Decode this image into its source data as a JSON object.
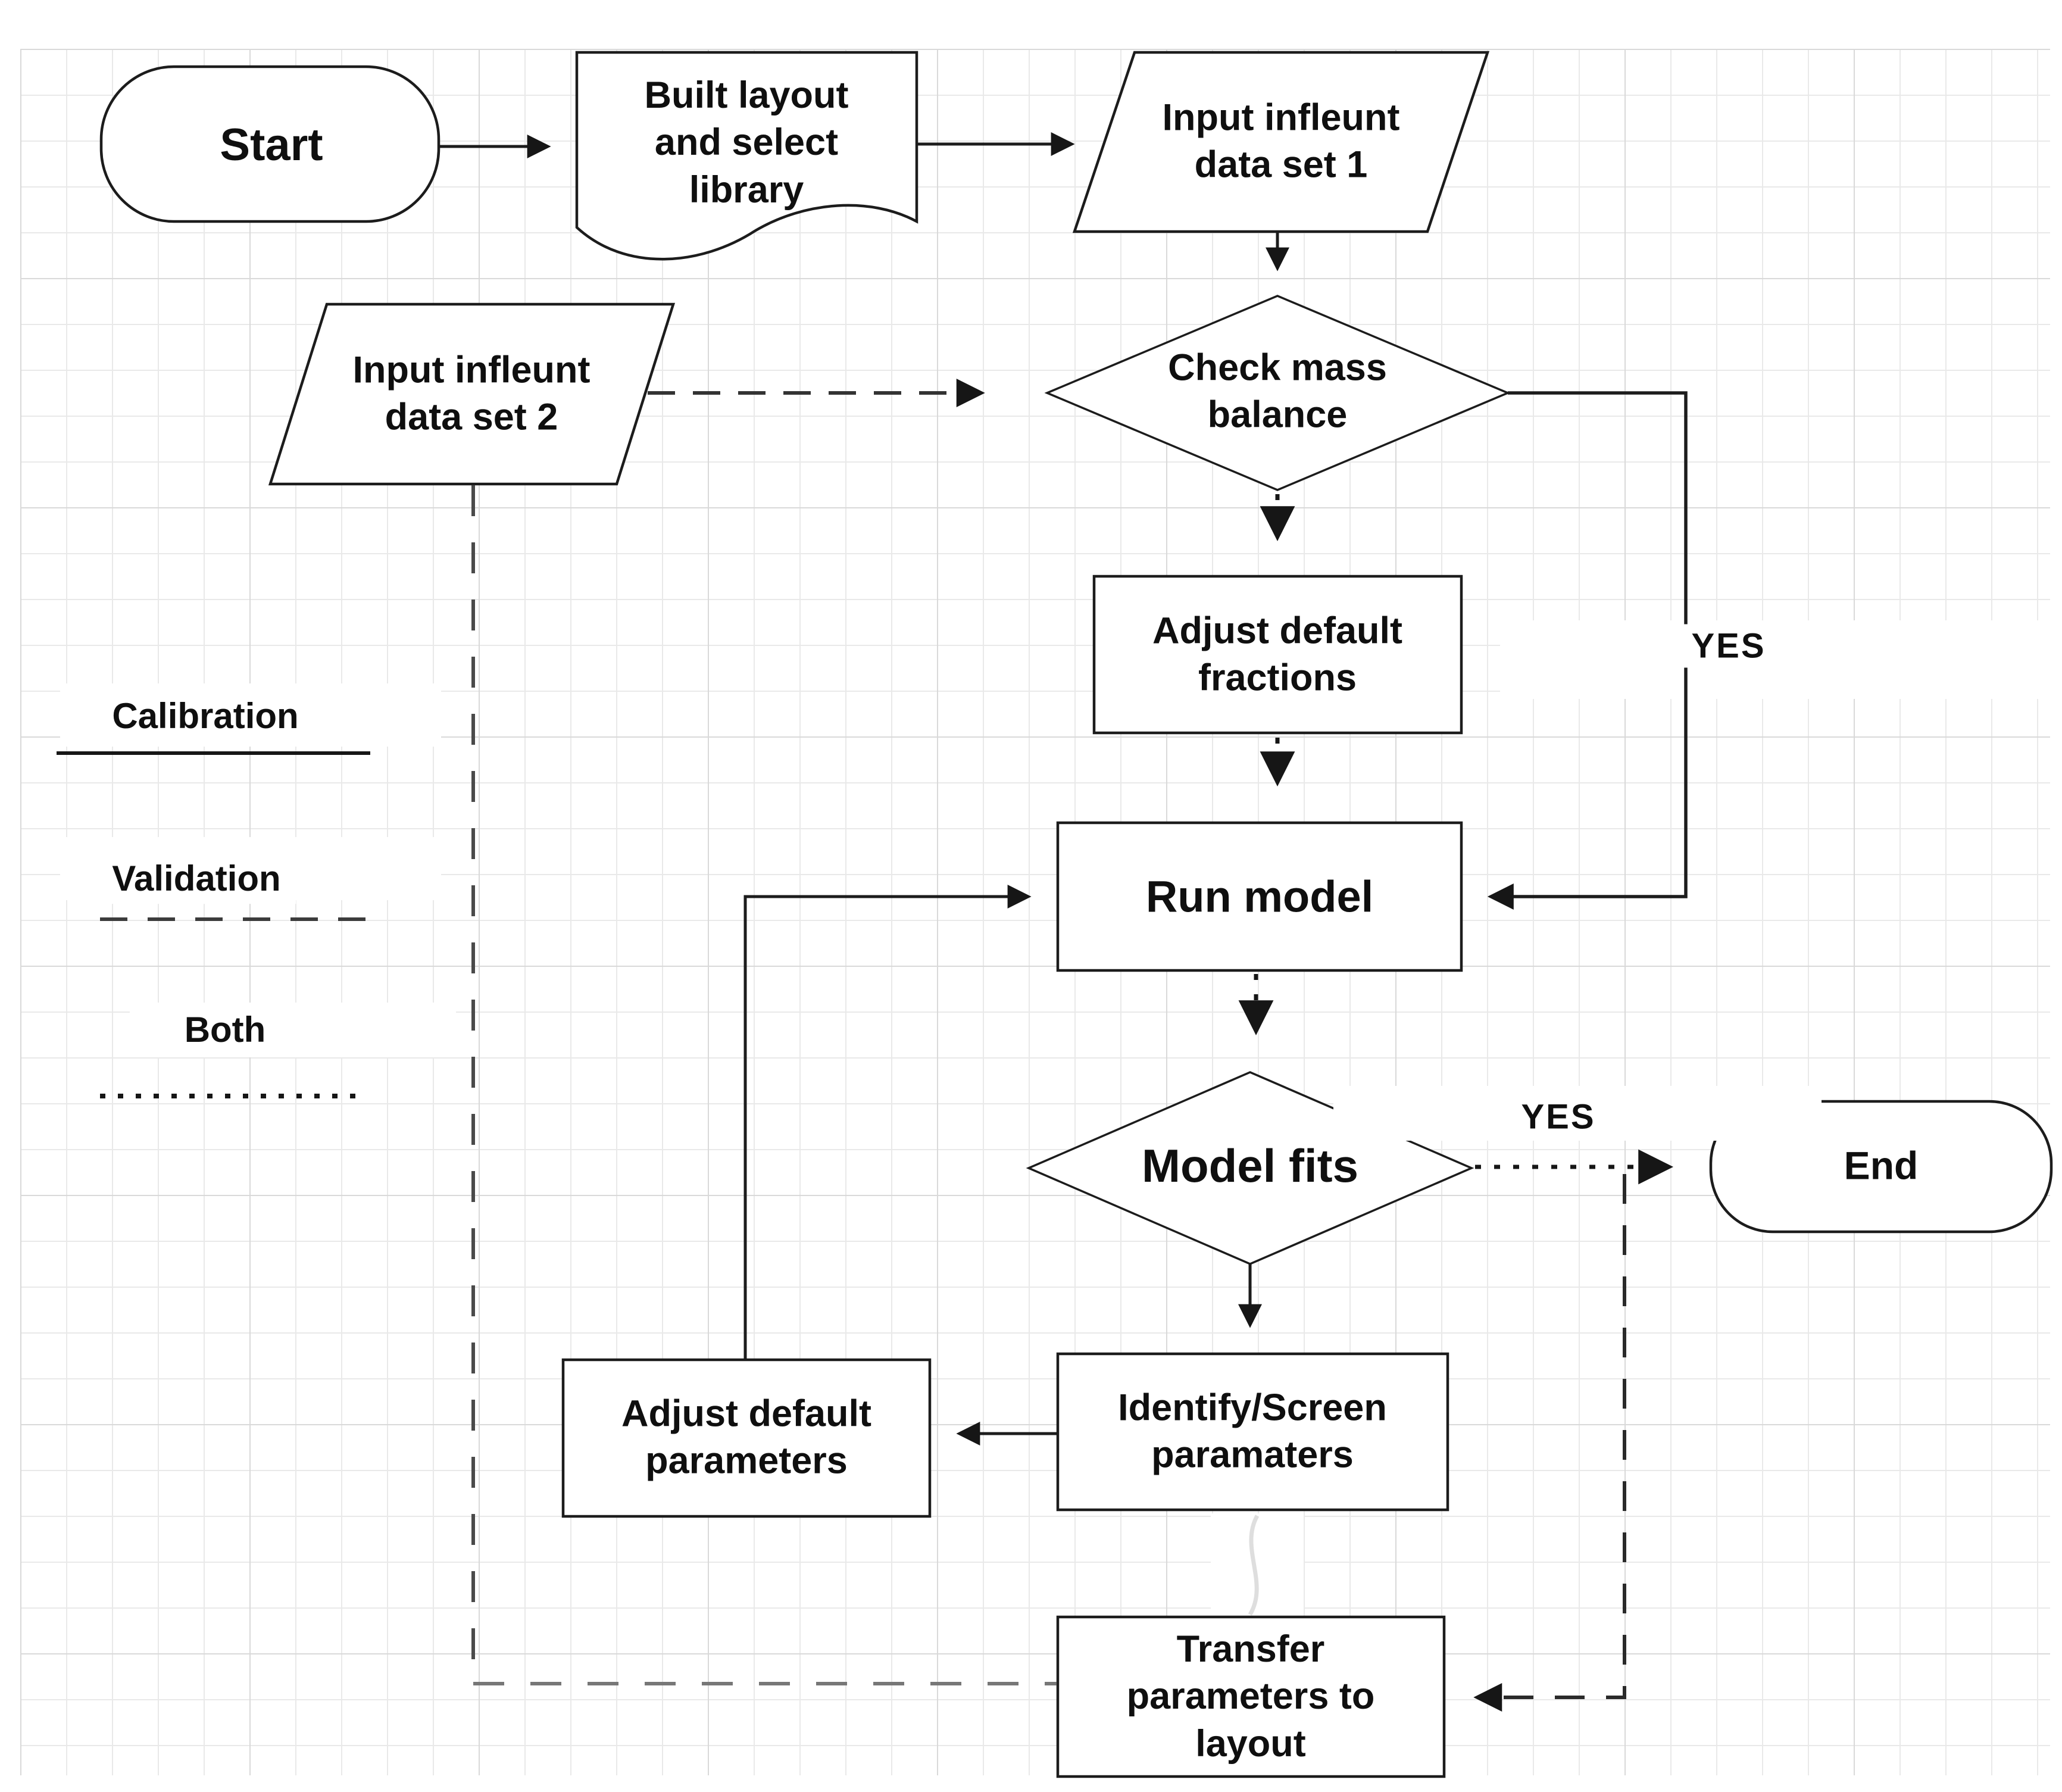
{
  "diagram_type": "flowchart",
  "colors": {
    "background": "#ffffff",
    "grid_line": "#e9e9e9",
    "grid_line_major": "#d9d9d9",
    "shape_fill": "#ffffff",
    "shape_stroke": "#1c1c1c",
    "text": "#0f0f0f",
    "dashed_connector": "#3c3c3c",
    "faded_dashed_connector": "#777777"
  },
  "nodes": {
    "start": {
      "shape": "stadium",
      "label": "Start"
    },
    "built_layout": {
      "shape": "document",
      "lines": [
        "Built layout",
        "and select",
        "library"
      ]
    },
    "input_set_1": {
      "shape": "parallelogram",
      "lines": [
        "Input infleunt",
        "data set 1"
      ]
    },
    "check_mass_balance": {
      "shape": "diamond",
      "lines": [
        "Check mass",
        "balance"
      ]
    },
    "input_set_2": {
      "shape": "parallelogram",
      "lines": [
        "Input infleunt",
        "data set 2"
      ]
    },
    "adjust_fractions": {
      "shape": "process",
      "lines": [
        "Adjust default",
        "fractions"
      ]
    },
    "run_model": {
      "shape": "process",
      "label": "Run model"
    },
    "model_fits": {
      "shape": "diamond",
      "label": "Model fits"
    },
    "end": {
      "shape": "stadium",
      "label": "End"
    },
    "identify_screen": {
      "shape": "process",
      "lines": [
        "Identify/Screen",
        "paramaters"
      ]
    },
    "adjust_parameters": {
      "shape": "process",
      "lines": [
        "Adjust default",
        "parameters"
      ]
    },
    "transfer_parameters": {
      "shape": "process",
      "lines": [
        "Transfer",
        "parameters to",
        "layout"
      ]
    }
  },
  "edge_labels": {
    "mass_balance_yes": "YES",
    "model_fits_yes": "YES"
  },
  "legend": {
    "items": [
      {
        "label": "Calibration",
        "line_style": "solid"
      },
      {
        "label": "Validation",
        "line_style": "dashed"
      },
      {
        "label": "Both",
        "line_style": "dotted"
      }
    ]
  }
}
